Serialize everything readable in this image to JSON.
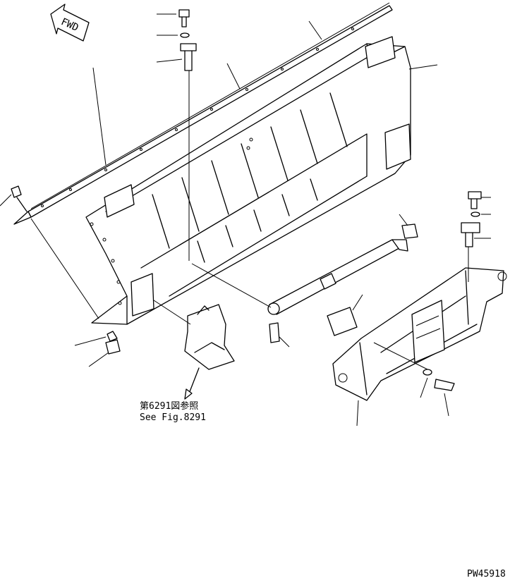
{
  "fwd_label": "FWD",
  "reference": {
    "jp": "第6291図参照",
    "en": "See Fig.8291"
  },
  "figure_code": "PW45918"
}
